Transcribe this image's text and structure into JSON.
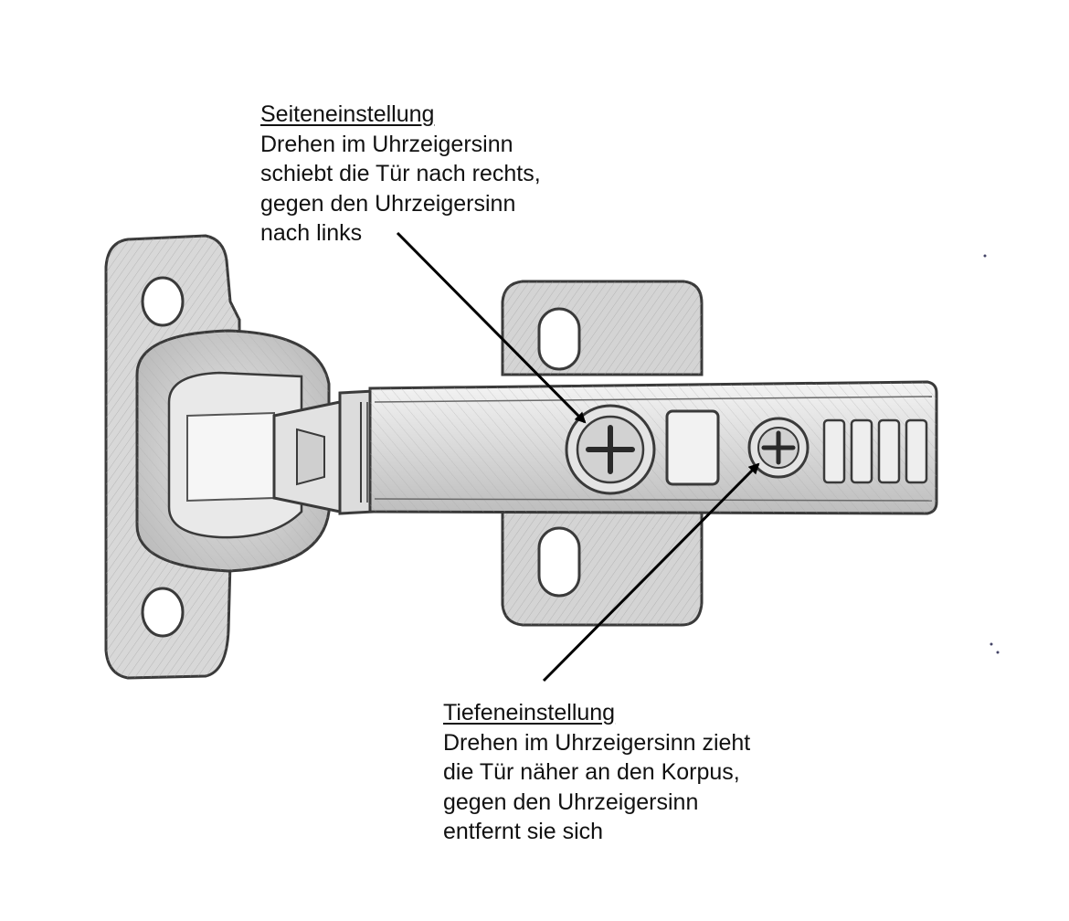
{
  "callouts": {
    "side_adjustment": {
      "heading": "Seiteneinstellung",
      "lines": [
        "Drehen im Uhrzeigersinn",
        "schiebt die Tür nach rechts,",
        "gegen den Uhrzeigersinn",
        "nach links"
      ]
    },
    "depth_adjustment": {
      "heading": "Tiefeneinstellung",
      "lines": [
        "Drehen im Uhrzeigersinn zieht",
        "die Tür näher an den Korpus,",
        "gegen den Uhrzeigersinn",
        "entfernt sie sich"
      ]
    }
  },
  "colors": {
    "metal_light": "#ececec",
    "metal_mid": "#cfcfcf",
    "metal_dark": "#8a8a8a",
    "outline": "#3a3a3a",
    "arrow": "#000000",
    "text": "#111111"
  }
}
